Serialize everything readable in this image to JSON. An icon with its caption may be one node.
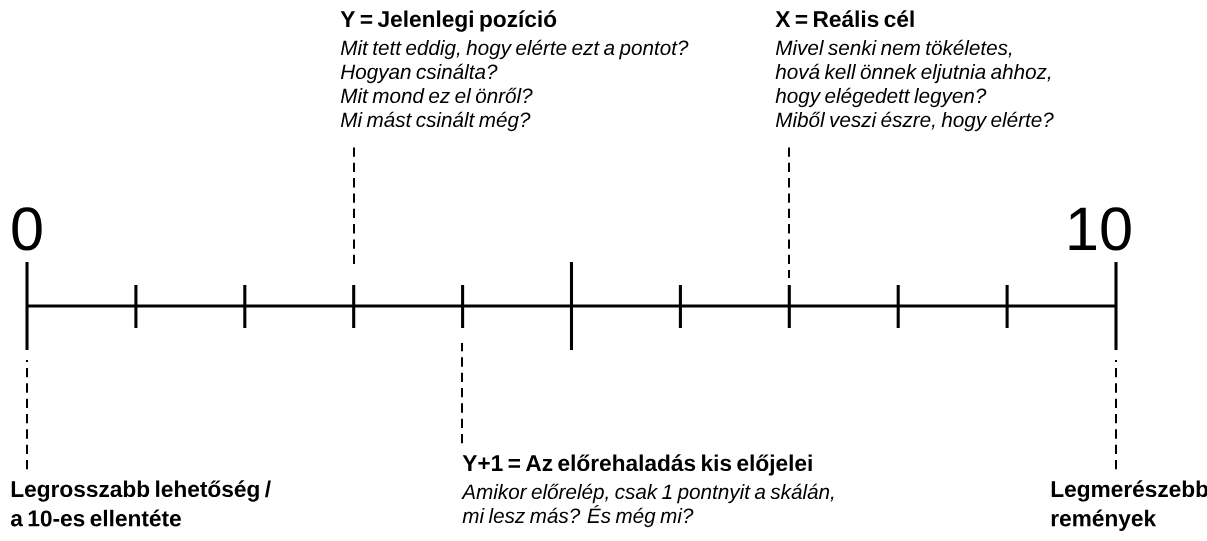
{
  "diagram": {
    "nodes": [
      {
        "text": [
          "Y = Jelenlegi pozíció",
          "Mit tett eddig, hogy elérte ezt a pontot?",
          "Hogyan csinálta?",
          "Mit mond ez el önről?",
          "Mi mást csinált még?"
        ]
      },
      {
        "text": [
          "X = Reális cél",
          "Mivel senki nem tökéletes, hová kell önnek eljutnia ahhoz, hogy elégedett legyen?",
          "Miből veszi észre, hogy elérte?"
        ]
      },
      {
        "text": [
          "Y+1 = Az előrehaladás kis előjelei",
          "Amikor előrelép, csak 1 pontnyit a skálán, mi lesz más? És még mi?"
        ]
      },
      {
        "text": [
          "Legrosszabb lehetőség / a 10-es ellentéte"
        ]
      },
      {
        "text": [
          "Legmerészebb remények"
        ]
      }
    ],
    "edges": [
      {
        "from": 0,
        "to": null,
        "arrow": "none",
        "style": "dashed"
      },
      {
        "from": 1,
        "to": null,
        "arrow": "none",
        "style": "dashed"
      },
      {
        "from": 2,
        "to": null,
        "arrow": "none",
        "style": "dashed"
      },
      {
        "from": 3,
        "to": null,
        "arrow": "none",
        "style": "dashed"
      },
      {
        "from": 4,
        "to": null,
        "arrow": "none",
        "style": "dashed"
      }
    ],
    "labels": [
      "0",
      "10"
    ]
  }
}
